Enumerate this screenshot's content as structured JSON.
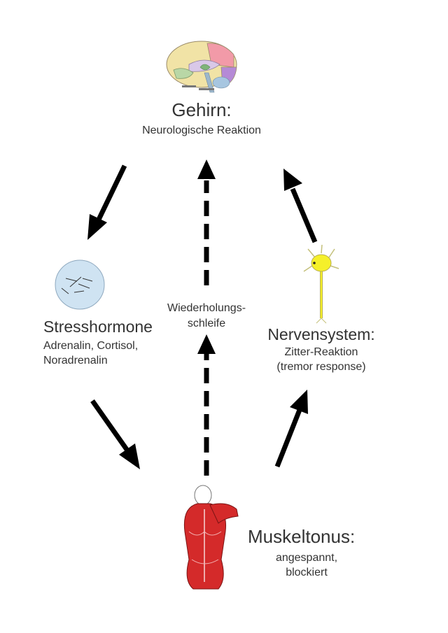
{
  "brain": {
    "title": "Gehirn:",
    "subtitle": "Neurologische Reaktion",
    "icon": "brain-icon"
  },
  "hormones": {
    "title": "Stresshormone",
    "line1": "Adrenalin, Cortisol,",
    "line2": "Noradrenalin",
    "icon": "petri-dish-icon"
  },
  "loop": {
    "line1": "Wiederholungs-",
    "line2": "schleife"
  },
  "nervous": {
    "title": "Nervensystem:",
    "line1": "Zitter-Reaktion",
    "line2": "(tremor response)",
    "icon": "neuron-icon",
    "neuron_color": "#f5f02a"
  },
  "muscle": {
    "title": "Muskeltonus:",
    "line1": "angespannt,",
    "line2": "blockiert",
    "icon": "muscle-back-icon",
    "muscle_color": "#d42a2a"
  },
  "colors": {
    "arrow": "#000000",
    "dish": "#cfe3f2"
  }
}
